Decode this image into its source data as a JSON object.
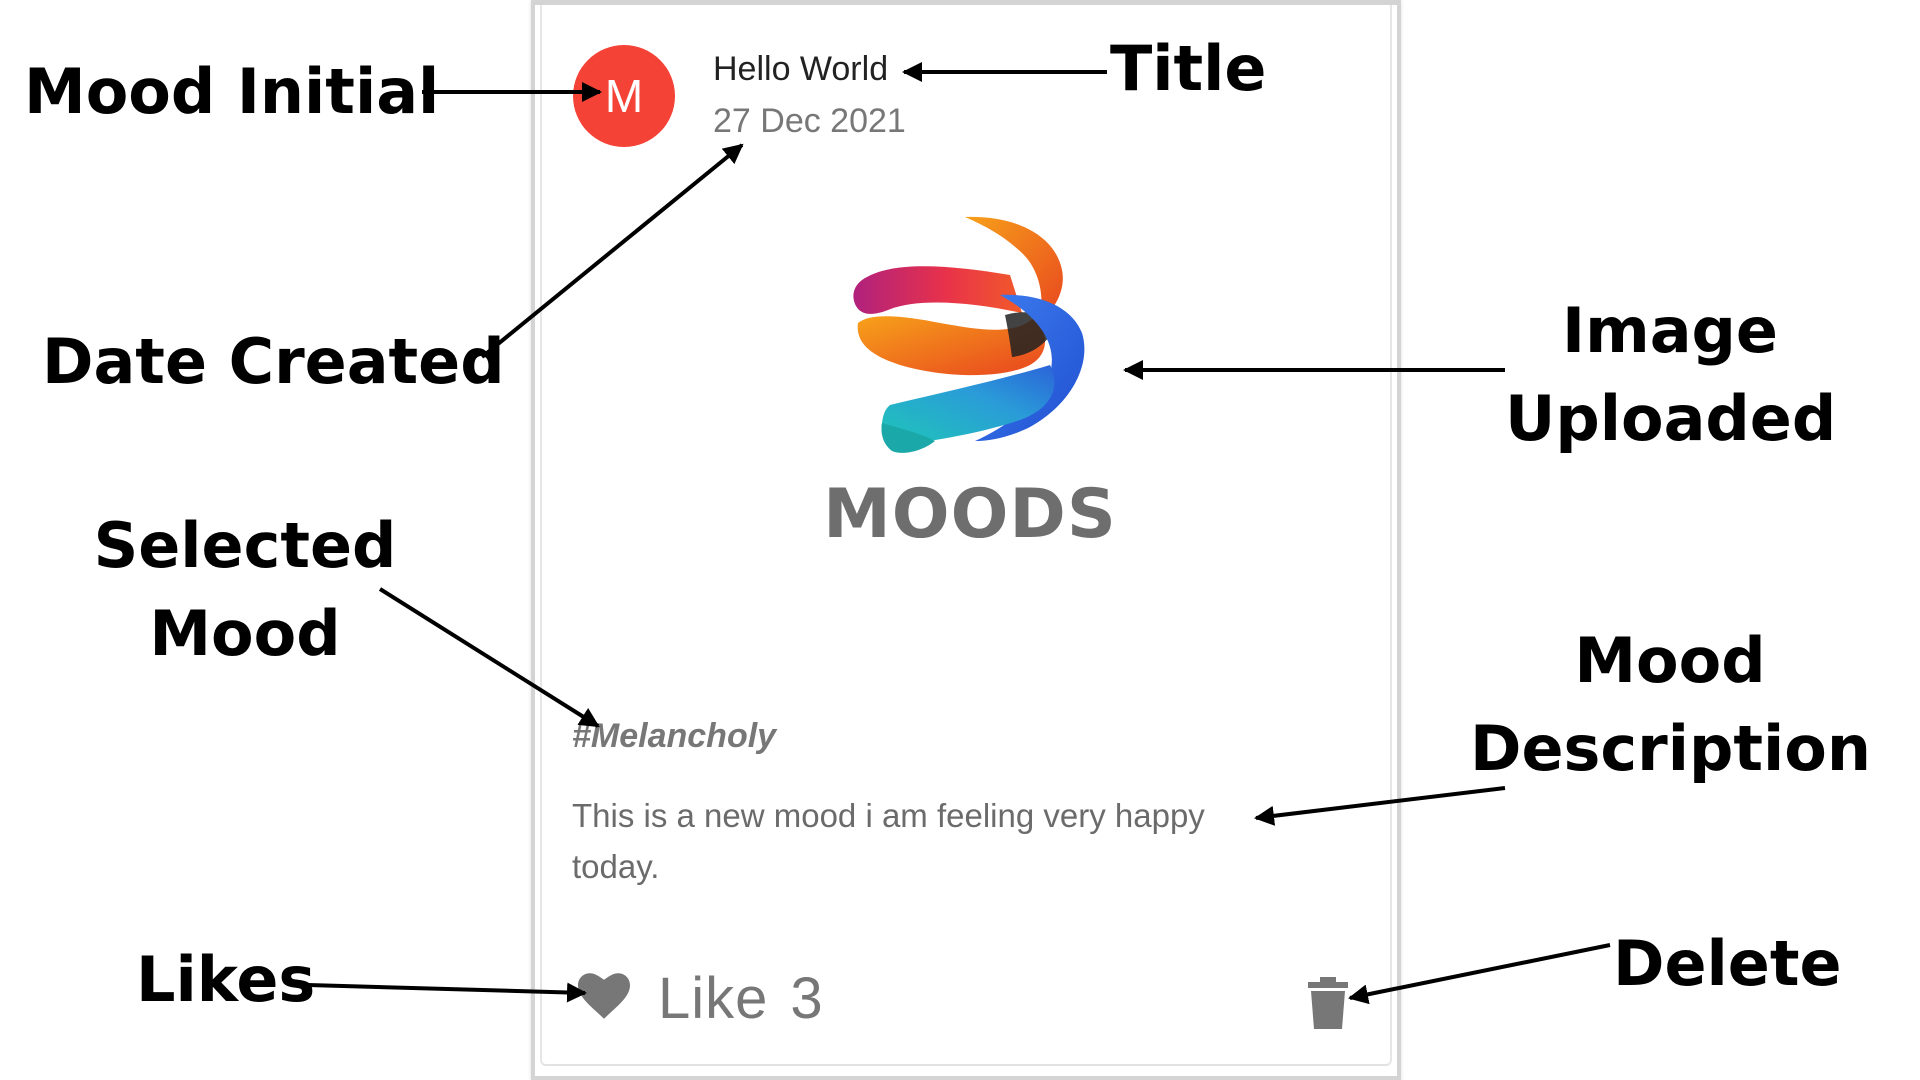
{
  "card": {
    "avatar_initial": "M",
    "title": "Hello World",
    "date": "27 Dec 2021",
    "image_logo_text": "MOODS",
    "mood_tag": "#Melancholy",
    "description": "This is a new mood i am feeling very happy today.",
    "like_label": "Like",
    "like_count": "3",
    "avatar_color": "#f44336",
    "icons": {
      "like": "heart-icon",
      "delete": "trash-icon"
    }
  },
  "annotations": {
    "mood_initial": "Mood Initial",
    "title": "Title",
    "date_created": "Date Created",
    "image_uploaded_line1": "Image",
    "image_uploaded_line2": "Uploaded",
    "selected_mood_line1": "Selected",
    "selected_mood_line2": "Mood",
    "mood_description_line1": "Mood",
    "mood_description_line2": "Description",
    "likes": "Likes",
    "delete": "Delete"
  }
}
